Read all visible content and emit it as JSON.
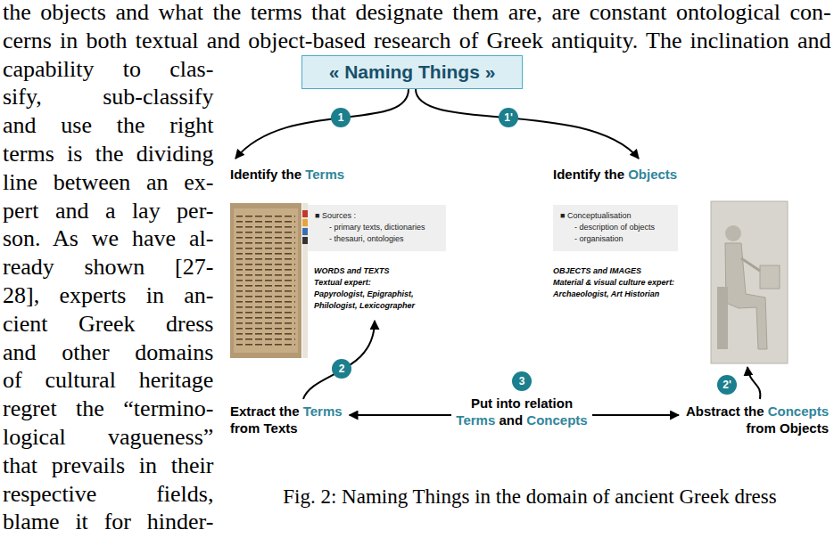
{
  "diagram": {
    "caption": "Fig. 2: Naming Things in the domain of ancient Greek dress",
    "nodes": [
      {
        "text": [
          "« Naming Things »"
        ]
      },
      {
        "text": [
          "1"
        ]
      },
      {
        "text": [
          "1'"
        ]
      },
      {
        "text": [
          "■ Sources :",
          "- primary texts, dictionaries",
          "- thesauri, ontologies"
        ]
      },
      {
        "text": [
          "■ Conceptualisation",
          "- description of objects",
          "- organisation"
        ]
      },
      {
        "text": [
          "2"
        ]
      },
      {
        "text": [
          "3"
        ]
      },
      {
        "text": [
          "2'"
        ]
      }
    ],
    "labels": [
      "the objects and what the terms that designate them are, are constant ontological con-",
      "cerns in both textual and object-based research of Greek antiquity. The inclination and",
      "capability to clas-",
      "sify, sub-classify",
      "and use the right",
      "terms is the dividing",
      "line between an ex-",
      "pert and a lay per-",
      "son. As we have al-",
      "ready shown [27-",
      "28], experts in an-",
      "cient Greek dress",
      "and other domains",
      "of cultural heritage",
      "regret the “termino-",
      "logical vagueness”",
      "that prevails in their",
      "respective fields,",
      "blame it for hinder-",
      "Identify the Terms",
      "Identify the Objects",
      "WORDS and TEXTS",
      "Textual expert:",
      "Papyrologist, Epigraphist, Philologist, Lexicographer",
      "OBJECTS and IMAGES",
      "Material & visual culture expert:",
      "Archaeologist, Art Historian",
      "Extract the Terms from Texts",
      "Put into relation Terms and Concepts",
      "Abstract the Concepts from Objects"
    ]
  }
}
